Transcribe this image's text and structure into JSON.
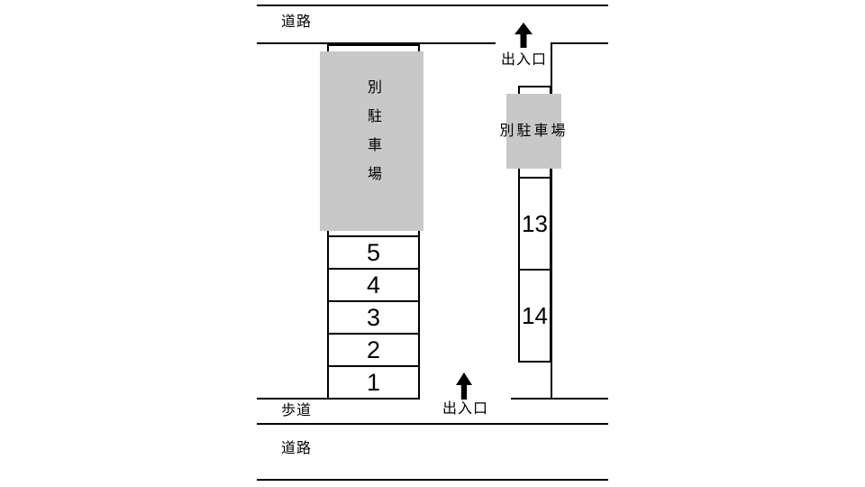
{
  "colors": {
    "background": "#ffffff",
    "line": "#000000",
    "block_fill": "#c8c8c8",
    "text": "#000000"
  },
  "roads": {
    "top_label": "道路",
    "bottom_label": "道路",
    "sidewalk_label": "歩道"
  },
  "entrances": {
    "top_label": "出入口",
    "bottom_label": "出入口"
  },
  "aux_lots": {
    "left_label": "別駐車場",
    "right_label": "別駐車場"
  },
  "stalls": {
    "left": [
      "5",
      "4",
      "3",
      "2",
      "1"
    ],
    "right": [
      "13",
      "14"
    ]
  }
}
